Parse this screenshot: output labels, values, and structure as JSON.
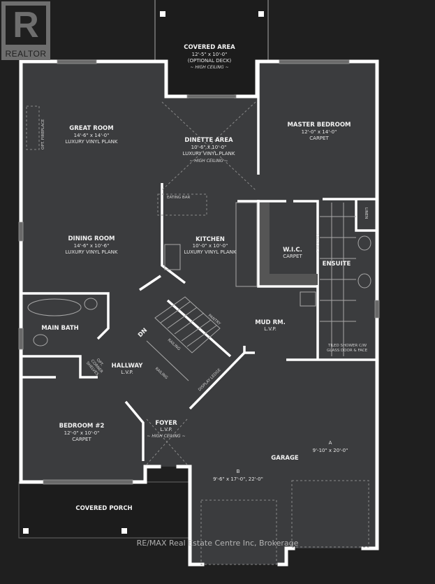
{
  "logo": {
    "text": "REALTOR",
    "mark": "R"
  },
  "watermark": "RE/MAX Real Estate Centre Inc, Brokerage",
  "colors": {
    "background": "#1f1f1f",
    "interior": "#3b3c3e",
    "walls": "#ffffff",
    "exterior_covered": "#1c1c1c"
  },
  "rooms": {
    "covered_area": {
      "name": "COVERED AREA",
      "dims": "12'-5\" x 10'-0\"",
      "note": "(OPTIONAL DECK)",
      "ceiling": "~ HIGH CEILING ~"
    },
    "great_room": {
      "name": "GREAT ROOM",
      "dims": "14'-6\" x 14'-0\"",
      "floor": "LUXURY VINYL PLANK"
    },
    "dinette": {
      "name": "DINETTE AREA",
      "dims": "10'-6\" x 10'-0\"",
      "floor": "LUXURY VINYL PLANK",
      "ceiling": "~ HIGH CEILING ~"
    },
    "master": {
      "name": "MASTER BEDROOM",
      "dims": "12'-0\" x 14'-0\"",
      "floor": "CARPET"
    },
    "dining": {
      "name": "DINING ROOM",
      "dims": "14'-6\" x 10'-6\"",
      "floor": "LUXURY VINYL PLANK"
    },
    "kitchen": {
      "name": "KITCHEN",
      "dims": "10'-0\" x 10'-0\"",
      "floor": "LUXURY VINYL PLANK"
    },
    "wic": {
      "name": "W.I.C.",
      "floor": "CARPET"
    },
    "ensuite": {
      "name": "ENSUITE"
    },
    "main_bath": {
      "name": "MAIN BATH"
    },
    "mud_room": {
      "name": "MUD RM.",
      "floor": "L.V.P."
    },
    "hallway": {
      "name": "HALLWAY",
      "floor": "L.V.P."
    },
    "bedroom2": {
      "name": "BEDROOM #2",
      "dims": "12'-0\" x 10'-0\"",
      "floor": "CARPET"
    },
    "foyer": {
      "name": "FOYER",
      "floor": "L.V.P.",
      "ceiling": "~ HIGH CEILING ~"
    },
    "garage": {
      "name": "GARAGE",
      "bay_a": "A",
      "dims_a": "9'-10\" x 20'-0\"",
      "bay_b": "B",
      "dims_b": "9'-6\" x 17'-0\", 22'-0\""
    },
    "covered_porch": {
      "name": "COVERED PORCH"
    }
  },
  "annotations": {
    "fireplace": "OPT. FIREPLACE",
    "eating_bar": "EATING BAR",
    "option2": "OPTION 2",
    "linen": "LINEN",
    "shower": "TILED SHOWER C/W",
    "shower2": "GLASS DOOR & FACE",
    "pantry": "PANTRY",
    "railing": "RAILING",
    "down": "DN",
    "display_ledge": "DISPLAY LEDGE",
    "corner1": "OPT.",
    "corner2": "CORNER",
    "corner3": "SHELVES"
  }
}
